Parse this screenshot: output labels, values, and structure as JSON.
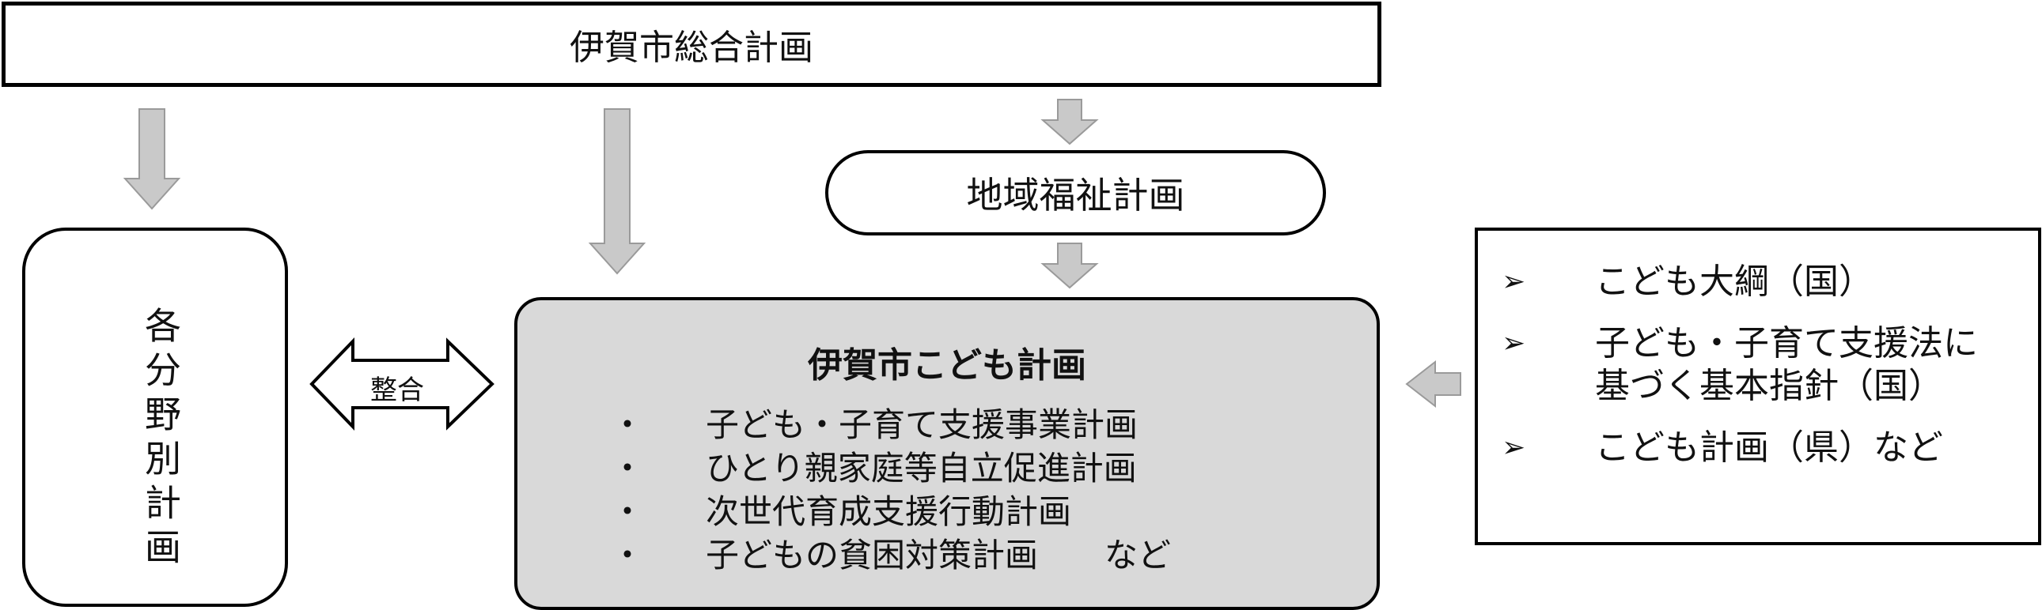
{
  "top_box": {
    "title": "伊賀市総合計画"
  },
  "regional_box": {
    "title": "地域福祉計画"
  },
  "left_box": {
    "title": "各分野別計画"
  },
  "bidirectional_arrow": {
    "label": "整合"
  },
  "main_box": {
    "title": "伊賀市こども計画",
    "bullet": "・",
    "items": [
      "子ども・子育て支援事業計画",
      "ひとり親家庭等自立促進計画",
      "次世代育成支援行動計画",
      "子どもの貧困対策計画　　など"
    ]
  },
  "right_box": {
    "marker": "➢",
    "items": [
      "こども大綱（国）",
      "子ども・子育て支援法に基づく基本指針（国）",
      "こども計画（県）など"
    ]
  },
  "colors": {
    "arrow_fill": "#c9c9c9",
    "arrow_stroke": "#9a9a9a",
    "main_fill": "#d9d9d9"
  }
}
